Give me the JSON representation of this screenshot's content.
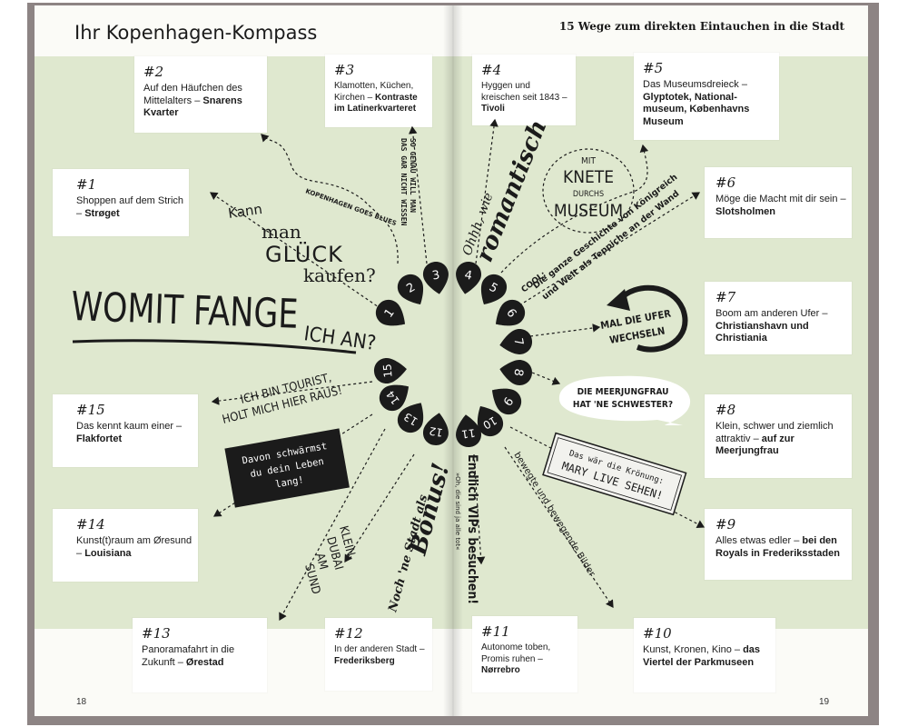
{
  "left_title": "Ihr Kopenhagen-Kompass",
  "right_title": "15 Wege zum direkten Eintauchen in die Stadt",
  "page_numbers": {
    "left": "18",
    "right": "19"
  },
  "colors": {
    "green_band": "#dfe8cf",
    "ink": "#1b1b1b",
    "pin": "#1b1b1b"
  },
  "entries": [
    {
      "num": "#1",
      "pre": "Shoppen auf dem Strich – ",
      "bold": "Strøget"
    },
    {
      "num": "#2",
      "pre": "Auf den Häufchen des Mittelalters – ",
      "bold": "Snarens Kvarter"
    },
    {
      "num": "#3",
      "pre": "Klamotten, Küchen, Kirchen – ",
      "bold": "Kontraste im Latinerkvarteret"
    },
    {
      "num": "#4",
      "pre": "Hyggen und kreischen seit 1843 – ",
      "bold": "Tivoli"
    },
    {
      "num": "#5",
      "pre": "Das Museumsdreieck – ",
      "bold": "Glyptotek, National­museum, Køben­havns Museum"
    },
    {
      "num": "#6",
      "pre": "Möge die Macht mit dir sein – ",
      "bold": "Slotsholmen"
    },
    {
      "num": "#7",
      "pre": "Boom am anderen Ufer – ",
      "bold": "Christianshavn und Christiania"
    },
    {
      "num": "#8",
      "pre": "Klein, schwer und ziemlich attraktiv – ",
      "bold": "auf zur Meerjungfrau"
    },
    {
      "num": "#9",
      "pre": "Alles etwas edler – ",
      "bold": "bei den Royals in Frederiksstaden"
    },
    {
      "num": "#10",
      "pre": "Kunst, Kronen, Kino – ",
      "bold": "das Viertel der Parkmuseen"
    },
    {
      "num": "#11",
      "pre": "Autonome toben, Promis ruhen – ",
      "bold": "Nørrebro"
    },
    {
      "num": "#12",
      "pre": "In der anderen Stadt – ",
      "bold": "Frederiksberg"
    },
    {
      "num": "#13",
      "pre": "Panoramafahrt in die Zukunft – ",
      "bold": "Ørestad"
    },
    {
      "num": "#14",
      "pre": "Kunst(t)raum am Øresund – ",
      "bold": "Louisiana"
    },
    {
      "num": "#15",
      "pre": "Das kennt kaum einer – ",
      "bold": "Flakfortet"
    }
  ],
  "pins": [
    "1",
    "2",
    "3",
    "4",
    "5",
    "6",
    "7",
    "8",
    "9",
    "10",
    "11",
    "12",
    "13",
    "14",
    "15"
  ],
  "doodles": {
    "headline_a": "WOMIT FANGE",
    "headline_b": "ICH AN?",
    "kann": "Kann",
    "man": "man",
    "glueck": "GLÜCK",
    "kaufen": "kaufen?",
    "blues": "KOPENHAGEN GOES BLUES",
    "genau_1": "SO GENAU WILL MAN",
    "genau_2": "DAS GAR NICHT WISSEN",
    "ohhh": "Ohhh, wie",
    "romantisch": "romantisch",
    "mit": "MIT",
    "knete": "KNETE",
    "durchs": "DURCHS",
    "museum": "MUSEUM",
    "cool_1": "COOL:",
    "cool_2": "Die ganze Geschichte von Königreich",
    "cool_3": "und Welt als Teppiche an der Wand",
    "ufer_1": "MAL DIE UFER",
    "ufer_2": "WECHSELN",
    "meerjungfrau_1": "DIE MEERJUNGFRAU",
    "meerjungfrau_2": "HAT 'NE SCHWESTER?",
    "kroenung_1": "Das wär die Krönung:",
    "kroenung_2": "MARY LIVE SEHEN!",
    "bewegte": "bewegte und bewegende Bilder",
    "vips_1": "Endlich VIPs besuchen!",
    "vips_2": "»Oh, die sind ja alle tot«",
    "noch": "Noch 'ne Stadt als",
    "bonus": "Bonus!",
    "klein_1": "KLEIN-",
    "klein_2": "DUBAI",
    "klein_3": "AM",
    "klein_4": "SUND",
    "schwaermst_1": "Davon schwärmst",
    "schwaermst_2": "du dein Leben",
    "schwaermst_3": "lang!",
    "tourist_1": "ICH BIN TOURIST,",
    "tourist_2": "HOLT MICH HIER RAUS!"
  }
}
